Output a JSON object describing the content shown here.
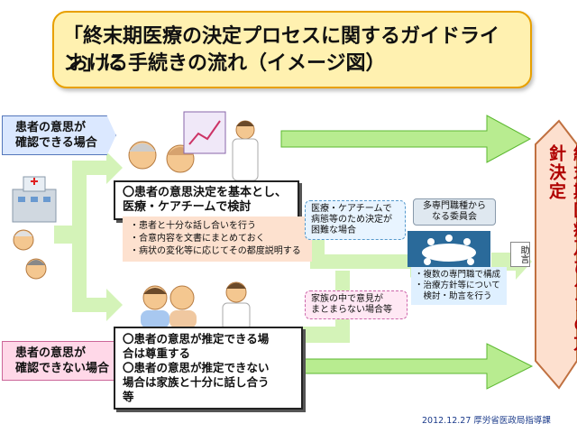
{
  "title": {
    "line1": "「終末期医療の決定プロセスに関するガイドライン」に",
    "line2": "おける手続きの流れ（イメージ図）"
  },
  "tags": {
    "can_confirm": [
      "患者の意思が",
      "確認できる場合"
    ],
    "cannot_confirm": [
      "患者の意思が",
      "確認できない場合"
    ]
  },
  "upper_box": [
    "〇患者の意思決定を基本とし、",
    "医療・ケアチームで検討"
  ],
  "upper_notes": [
    "・患者と十分な話し合いを行う",
    "・合意内容を文書にまとめておく",
    "・病状の変化等に応じてその都度説明する"
  ],
  "lower_box": [
    "〇患者の意思が推定できる場",
    "合は尊重する",
    "〇患者の意思が推定できない",
    "場合は家族と十分に話し合う",
    "等"
  ],
  "difficult_note": [
    "医療・ケアチームで",
    "病態等のため決定が",
    "困難な場合"
  ],
  "family_note": [
    "家族の中で意見が",
    "まとまらない場合等"
  ],
  "committee": {
    "label": [
      "多専門職種から",
      "なる委員会"
    ],
    "details": [
      "・複数の専門職で構成",
      "・治療方針等について",
      "　検討・助言を行う"
    ],
    "advice": "助言"
  },
  "decision": "終末期医療及びケアの方針決定",
  "footer": "2012.12.27  厚労省医政局指導課",
  "colors": {
    "arrow": "#b8ec90",
    "arrow_stroke": "#5cb830",
    "title_bg": "#fff1b0",
    "decision_bg": "#fde0cf"
  }
}
